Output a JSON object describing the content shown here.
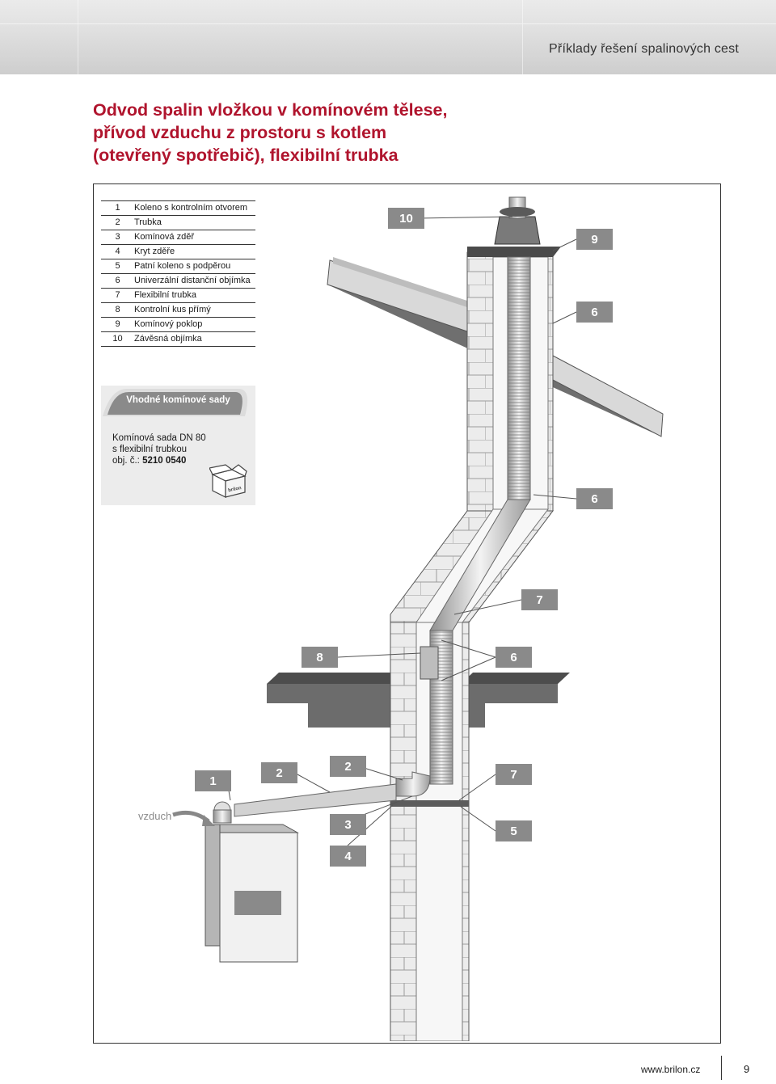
{
  "header": {
    "title": "Příklady řešení spalinových cest"
  },
  "title_lines": [
    "Odvod spalin vložkou v komínovém tělese,",
    "přívod vzduchu z prostoru s kotlem",
    "(otevřený spotřebič), flexibilní trubka"
  ],
  "legend": [
    {
      "num": "1",
      "label": "Koleno s kontrolním otvorem"
    },
    {
      "num": "2",
      "label": "Trubka"
    },
    {
      "num": "3",
      "label": "Komínová zděř"
    },
    {
      "num": "4",
      "label": "Kryt zděře"
    },
    {
      "num": "5",
      "label": "Patní koleno s podpěrou"
    },
    {
      "num": "6",
      "label": "Univerzální distanční objímka"
    },
    {
      "num": "7",
      "label": "Flexibilní trubka"
    },
    {
      "num": "8",
      "label": "Kontrolní kus přímý"
    },
    {
      "num": "9",
      "label": "Komínový poklop"
    },
    {
      "num": "10",
      "label": "Závěsná objímka"
    }
  ],
  "sets": {
    "heading": "Vhodné komínové sady",
    "line1": "Komínová sada DN 80",
    "line2": "s flexibilní trubkou",
    "order_prefix": "obj. č.: ",
    "order_number": "5210 0540",
    "box_brand": "brilon"
  },
  "callouts": {
    "c10": "10",
    "c9": "9",
    "c6a": "6",
    "c6b": "6",
    "c7a": "7",
    "c8": "8",
    "c6c": "6",
    "c1": "1",
    "c2a": "2",
    "c2b": "2",
    "c7b": "7",
    "c3": "3",
    "c5": "5",
    "c4": "4"
  },
  "air_label": "vzduch",
  "footer": {
    "url": "www.brilon.cz",
    "page": "9"
  },
  "colors": {
    "title": "#b0142d",
    "callout_bg": "#8a8a8a"
  }
}
